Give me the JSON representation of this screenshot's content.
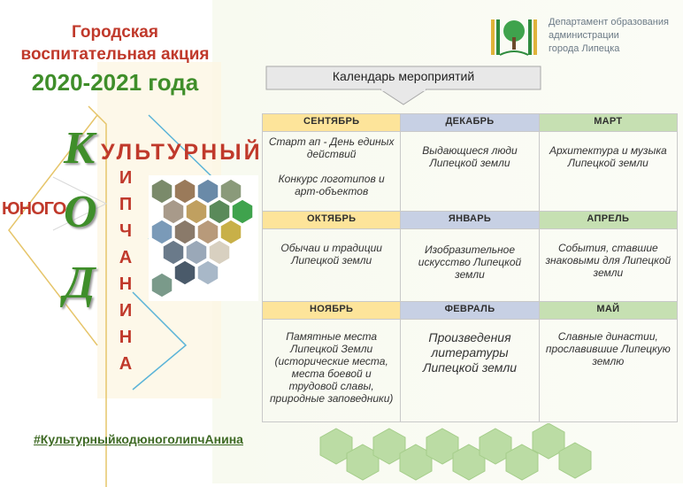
{
  "header": {
    "title_line1": "Городская",
    "title_line2": "воспитательная акция",
    "years": "2020-2021 года"
  },
  "department": {
    "line1": "Департамент образования",
    "line2": "администрации",
    "line3": "города Липецка"
  },
  "calendar_title": "Календарь мероприятий",
  "acrostic": {
    "k": "К",
    "kulturny": "ультурный",
    "o": "О",
    "d": "Д",
    "yunog": "юного",
    "lipchanina": [
      "и",
      "п",
      "ч",
      "а",
      "н",
      "и",
      "н",
      "а"
    ]
  },
  "months": [
    {
      "name": "СЕНТЯБРЬ",
      "text": "Старт ап - День единых действий\n\nКонкурс логотипов и арт-объектов"
    },
    {
      "name": "ДЕКАБРЬ",
      "text": "Выдающиеся люди Липецкой земли"
    },
    {
      "name": "МАРТ",
      "text": "Архитектура  и музыка  Липецкой земли"
    },
    {
      "name": "ОКТЯБРЬ",
      "text": "Обычаи и традиции Липецкой земли"
    },
    {
      "name": "ЯНВАРЬ",
      "text": "Изобразительное искусство Липецкой земли"
    },
    {
      "name": "АПРЕЛЬ",
      "text": "События, ставшие знаковыми для Липецкой земли"
    },
    {
      "name": "НОЯБРЬ",
      "text": "Памятные места Липецкой Земли (исторические места, места боевой и трудовой славы, природные заповедники)"
    },
    {
      "name": "ФЕВРАЛЬ",
      "text": "Произведения литературы Липецкой земли"
    },
    {
      "name": "МАЙ",
      "text": "Славные династии, прославившие Липецкую землю"
    }
  ],
  "hashtag": "#КультурныйкодюноголипчАнина",
  "colors": {
    "red": "#c0392b",
    "green": "#3f8e2a",
    "yellow_header": "#fde49a",
    "blue_header": "#c7d0e4",
    "green_header": "#c6e0b2"
  }
}
